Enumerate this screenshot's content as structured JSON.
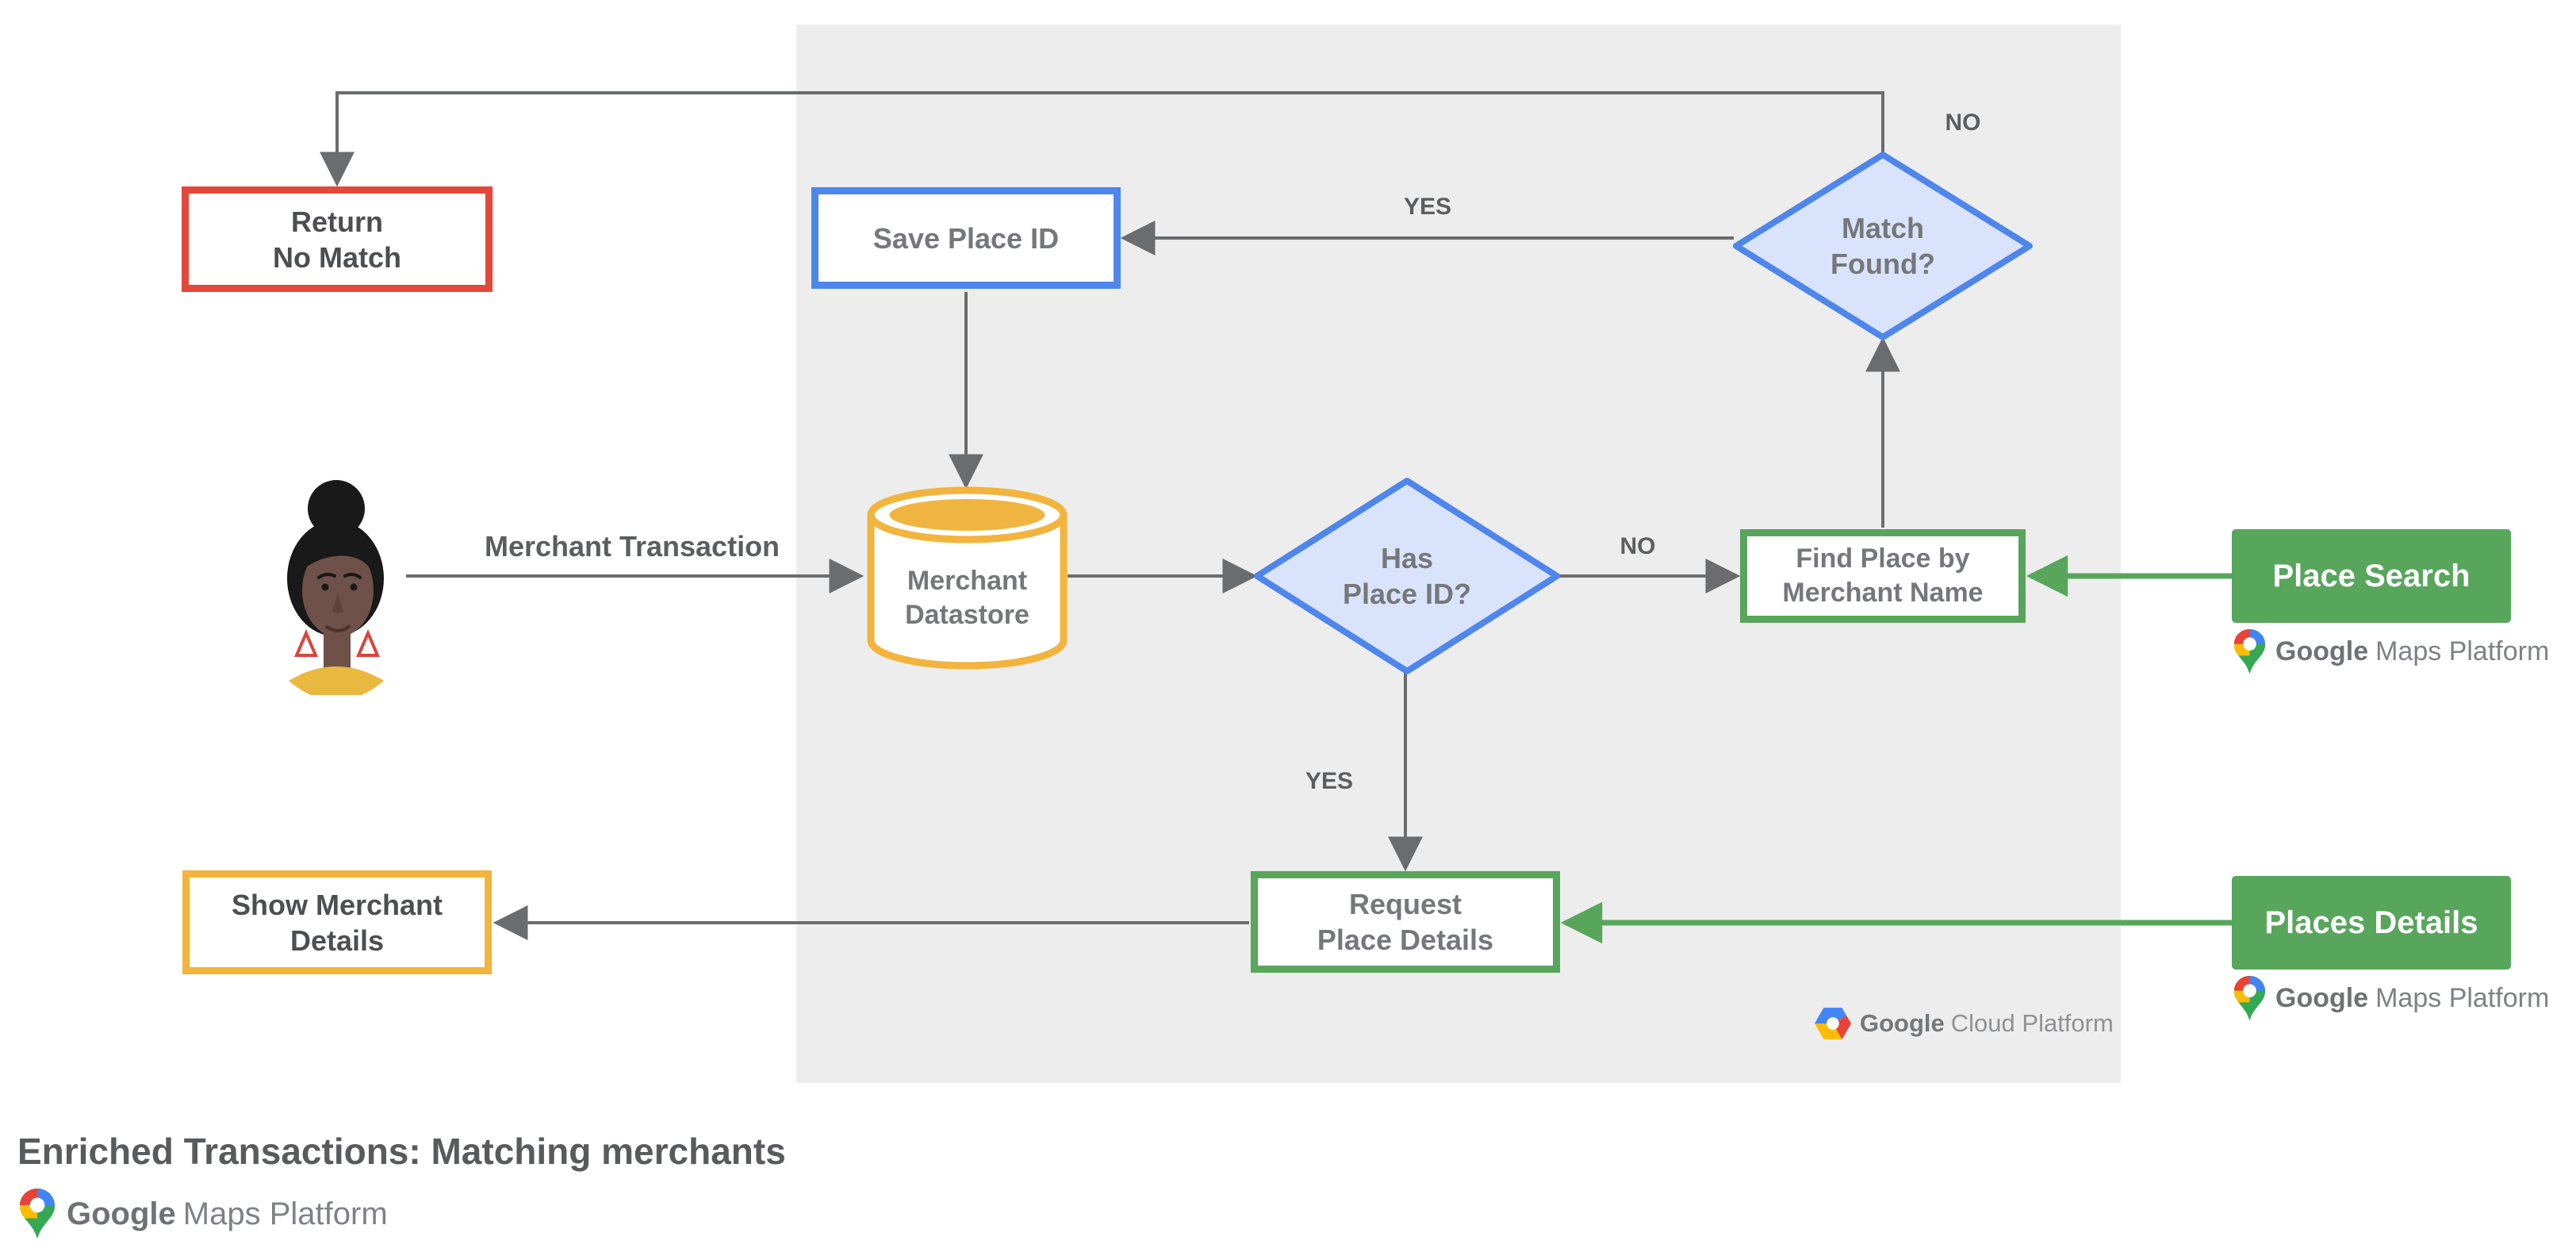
{
  "diagram": {
    "title": "Enriched Transactions: Matching merchants",
    "nodes": {
      "return_no_match": {
        "line1": "Return",
        "line2": "No Match"
      },
      "save_place_id": {
        "label": "Save Place ID"
      },
      "match_found": {
        "line1": "Match",
        "line2": "Found?"
      },
      "merchant_datastore": {
        "line1": "Merchant",
        "line2": "Datastore"
      },
      "has_place_id": {
        "line1": "Has",
        "line2": "Place ID?"
      },
      "find_place_by_merchant_name": {
        "line1": "Find Place by",
        "line2": "Merchant Name"
      },
      "place_search": {
        "label": "Place Search"
      },
      "request_place_details": {
        "line1": "Request",
        "line2": "Place Details"
      },
      "places_details": {
        "label": "Places Details"
      },
      "show_merchant_details": {
        "line1": "Show Merchant",
        "line2": "Details"
      }
    },
    "edge_labels": {
      "merchant_transaction": "Merchant Transaction",
      "match_yes": "YES",
      "match_no": "NO",
      "has_no": "NO",
      "has_yes": "YES"
    },
    "logos": {
      "maps_google": "Google",
      "maps_rest": "Maps Platform",
      "cloud_google": "Google",
      "cloud_rest": "Cloud Platform"
    },
    "colors": {
      "red": "#E4483B",
      "blue_border": "#4E86EC",
      "blue_fill": "#D9E3FB",
      "yellow": "#F2B43D",
      "green": "#58A55C",
      "panel_gray": "#EDEDED",
      "line_gray": "#6A6C6E",
      "text_dark": "#4D4E50",
      "text_gray": "#76777A"
    }
  }
}
